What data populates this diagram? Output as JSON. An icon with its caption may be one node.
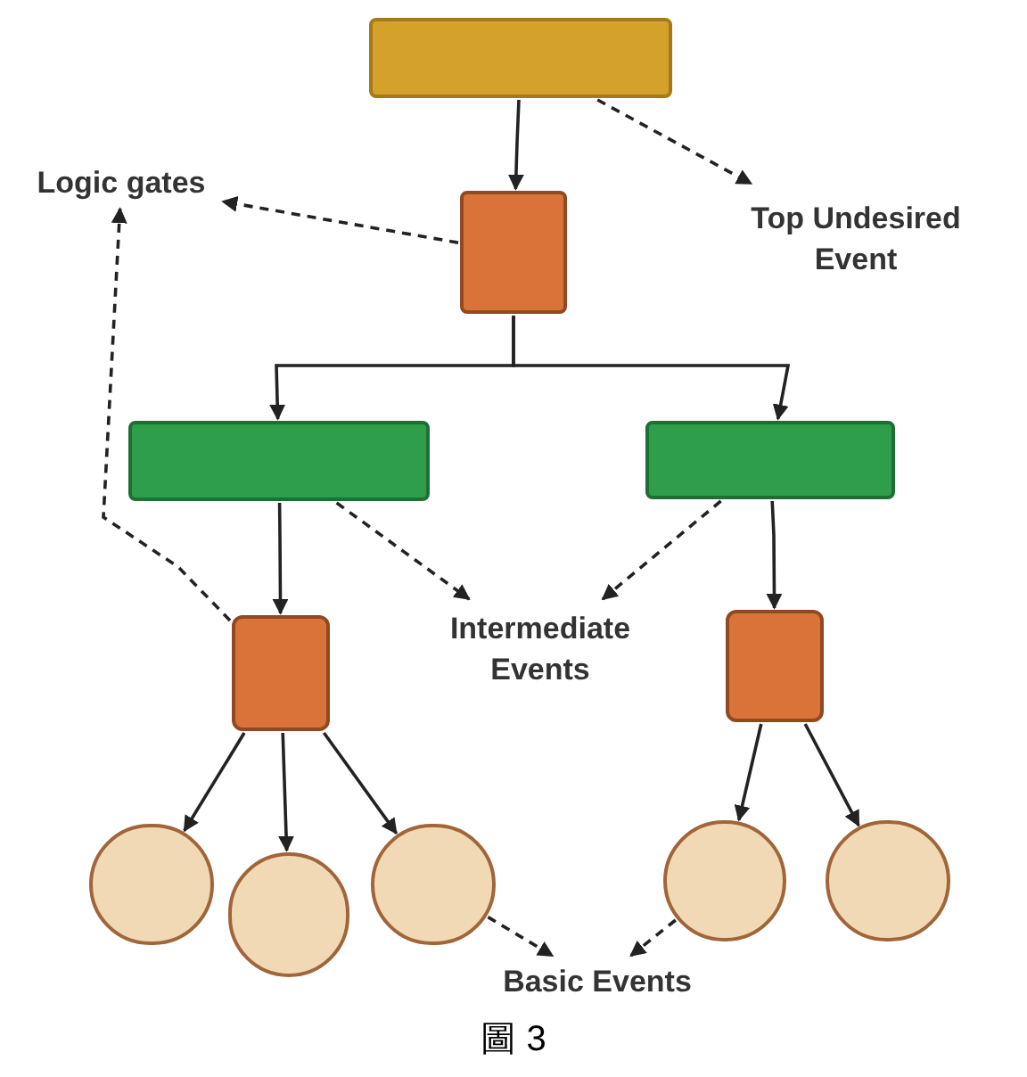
{
  "diagram": {
    "caption": "圖 3",
    "nodes": [
      {
        "text": [],
        "shape": "box"
      },
      {
        "text": [],
        "shape": "box"
      },
      {
        "text": [],
        "shape": "box"
      },
      {
        "text": [],
        "shape": "box"
      },
      {
        "text": [],
        "shape": "box"
      },
      {
        "text": [],
        "shape": "box"
      },
      {
        "text": [],
        "shape": "circle"
      },
      {
        "text": [],
        "shape": "circle"
      },
      {
        "text": [],
        "shape": "circle"
      },
      {
        "text": [],
        "shape": "circle"
      },
      {
        "text": [],
        "shape": "circle"
      },
      {
        "text": [
          "Logic gates"
        ]
      },
      {
        "text": [
          "Top Undesired Event"
        ]
      },
      {
        "text": [
          "Intermediate Events"
        ]
      },
      {
        "text": [
          "Basic Events"
        ]
      }
    ],
    "edges": [
      {
        "from": 0,
        "to": 1,
        "arrow": "to"
      },
      {
        "from": 0,
        "to": 12,
        "arrow": "to",
        "style": "dashed"
      },
      {
        "from": 1,
        "to": 11,
        "arrow": "to",
        "style": "dashed"
      },
      {
        "from": 1,
        "to": 2,
        "arrow": "to"
      },
      {
        "from": 1,
        "to": 3,
        "arrow": "to"
      },
      {
        "from": 2,
        "to": 4,
        "arrow": "to"
      },
      {
        "from": 2,
        "to": 13,
        "arrow": "to",
        "style": "dashed"
      },
      {
        "from": 3,
        "to": 5,
        "arrow": "to"
      },
      {
        "from": 3,
        "to": 13,
        "arrow": "to",
        "style": "dashed"
      },
      {
        "from": 4,
        "to": 11,
        "arrow": "to",
        "style": "dashed"
      },
      {
        "from": 4,
        "to": 6,
        "arrow": "to"
      },
      {
        "from": 4,
        "to": 7,
        "arrow": "to"
      },
      {
        "from": 4,
        "to": 8,
        "arrow": "to"
      },
      {
        "from": 5,
        "to": 9,
        "arrow": "to"
      },
      {
        "from": 5,
        "to": 10,
        "arrow": "to"
      },
      {
        "from": 8,
        "to": 14,
        "arrow": "to",
        "style": "dashed"
      },
      {
        "from": 9,
        "to": 14,
        "arrow": "to",
        "style": "dashed"
      }
    ]
  }
}
